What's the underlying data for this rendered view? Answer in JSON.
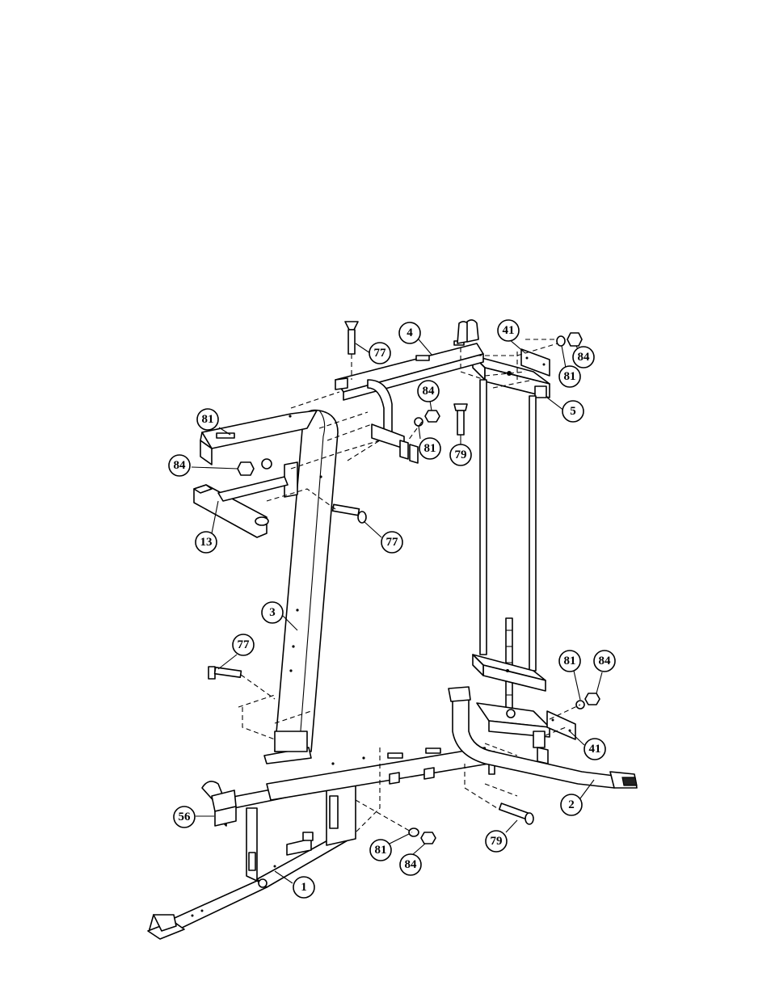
{
  "diagram": {
    "callouts": [
      {
        "id": "c4",
        "label": "4"
      },
      {
        "id": "c77a",
        "label": "77"
      },
      {
        "id": "c41a",
        "label": "41"
      },
      {
        "id": "c84a",
        "label": "84"
      },
      {
        "id": "c81a",
        "label": "81"
      },
      {
        "id": "c5",
        "label": "5"
      },
      {
        "id": "c84b",
        "label": "84"
      },
      {
        "id": "c81b",
        "label": "81"
      },
      {
        "id": "c79a",
        "label": "79"
      },
      {
        "id": "c81c",
        "label": "81"
      },
      {
        "id": "c84c",
        "label": "84"
      },
      {
        "id": "c13",
        "label": "13"
      },
      {
        "id": "c77b",
        "label": "77"
      },
      {
        "id": "c3",
        "label": "3"
      },
      {
        "id": "c77c",
        "label": "77"
      },
      {
        "id": "c81d",
        "label": "81"
      },
      {
        "id": "c84d",
        "label": "84"
      },
      {
        "id": "c41b",
        "label": "41"
      },
      {
        "id": "c2",
        "label": "2"
      },
      {
        "id": "c56",
        "label": "56"
      },
      {
        "id": "c79b",
        "label": "79"
      },
      {
        "id": "c81e",
        "label": "81"
      },
      {
        "id": "c84e",
        "label": "84"
      },
      {
        "id": "c1",
        "label": "1"
      }
    ]
  }
}
